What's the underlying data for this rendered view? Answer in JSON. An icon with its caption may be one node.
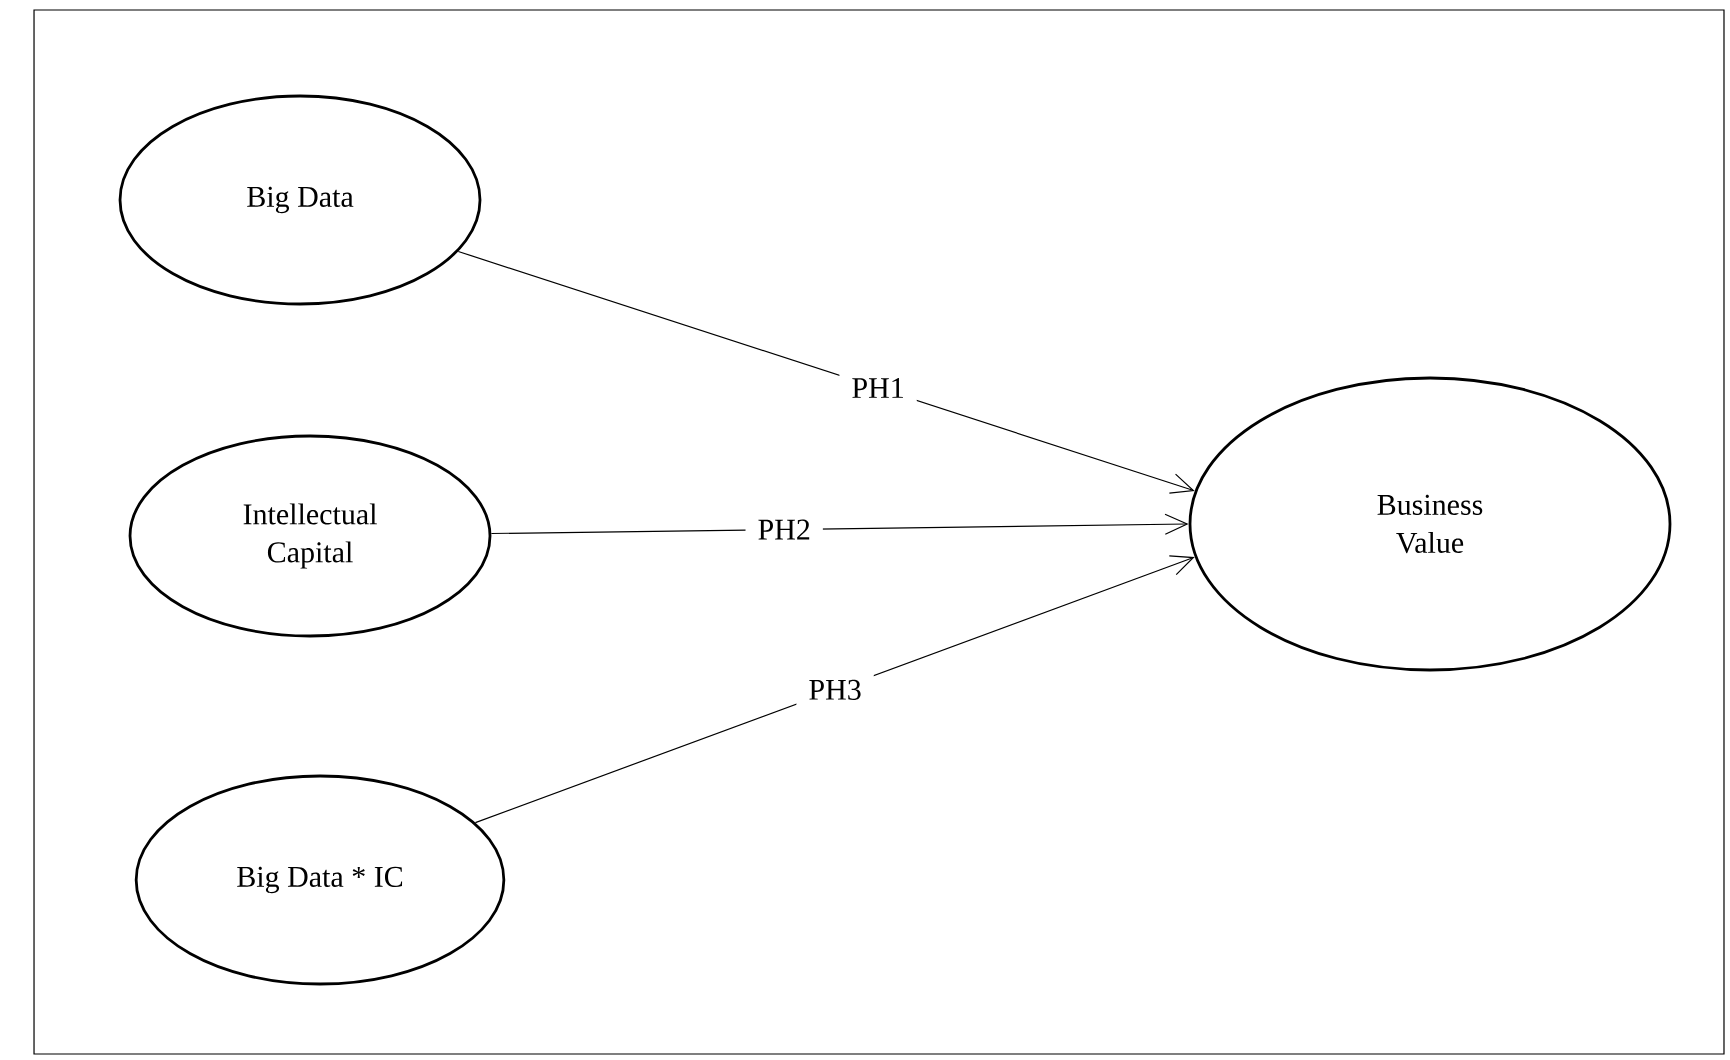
{
  "diagram": {
    "nodes": [
      {
        "text": [
          "Big Data"
        ]
      },
      {
        "text": [
          "Intellectual Capital"
        ]
      },
      {
        "text": [
          "Big Data * IC"
        ]
      },
      {
        "text": [
          "Business Value"
        ]
      }
    ],
    "edges": [
      {
        "from": 0,
        "to": 3,
        "arrow": "to",
        "label": "PH1"
      },
      {
        "from": 1,
        "to": 3,
        "arrow": "to",
        "label": "PH2"
      },
      {
        "from": 2,
        "to": 3,
        "arrow": "to",
        "label": "PH3"
      }
    ]
  }
}
